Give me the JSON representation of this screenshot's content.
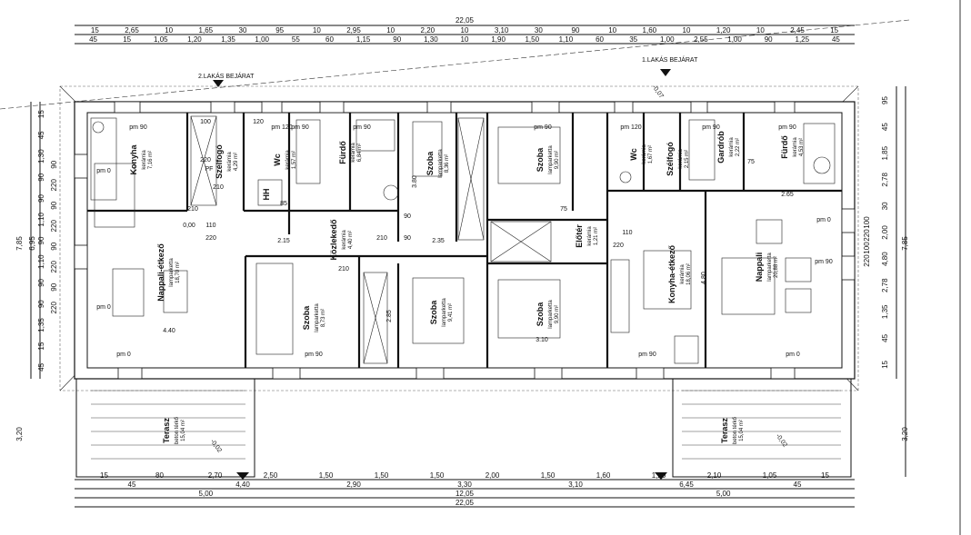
{
  "dimensions": {
    "top_total": "22,05",
    "bottom_total": "22,05",
    "left_total_a": "6,95",
    "left_total_b": "7,85",
    "right_total": "7,85",
    "right_total_b": "3,20",
    "left_bottom": "3,20",
    "top_row1": [
      "15",
      "2,65",
      "10",
      "1,65",
      "30",
      "95",
      "10",
      "2,95",
      "10",
      "2,20",
      "10",
      "3,10",
      "30",
      "90",
      "10",
      "1,60",
      "10",
      "1,20",
      "10",
      "2,45",
      "15"
    ],
    "top_row2": [
      "45",
      "15",
      "1,05",
      "1,20",
      "1,35",
      "1,00",
      "55",
      "60",
      "1,15",
      "90",
      "1,30",
      "10",
      "1,90",
      "1,50",
      "1,10",
      "60",
      "35",
      "1,00",
      "2,55",
      "1,00",
      "90",
      "1,25",
      "45"
    ],
    "bottom_row1": [
      "15",
      "80",
      "2,70",
      "2,50",
      "1,50",
      "1,50",
      "1,50",
      "2,00",
      "1,50",
      "1,60",
      "1,20",
      "2,10",
      "1,05",
      "15"
    ],
    "bottom_row2": [
      "45",
      "4,40",
      "2,90",
      "3,30",
      "3,10",
      "6,45",
      "45"
    ],
    "bottom_row3": [
      "5,00",
      "12,05",
      "5,00"
    ],
    "left_col": [
      "15",
      "45",
      "1,30",
      "90",
      "90",
      "1,10",
      "90",
      "1,10",
      "90",
      "90",
      "1,35",
      "15",
      "45"
    ],
    "left_outer": [
      "90",
      "220",
      "90",
      "220",
      "90",
      "220",
      "90",
      "220"
    ],
    "right_col": [
      "95",
      "45",
      "1,85",
      "2,78",
      "30",
      "2,00",
      "4,80",
      "2,78",
      "1,35",
      "45",
      "15"
    ],
    "right_outer": [
      "100",
      "220",
      "100",
      "220"
    ]
  },
  "entrances": {
    "left": "2.LAKÁS BEJÁRAT",
    "right": "1.LAKÁS BEJÁRAT"
  },
  "rooms": [
    {
      "name": "Konyha",
      "floor": "kerámia",
      "area": "7,16 m²"
    },
    {
      "name": "Szélfogó",
      "floor": "kerámia",
      "area": "4,29 m²"
    },
    {
      "name": "Wc",
      "floor": "kerámia",
      "area": "1,57 m²"
    },
    {
      "name": "HH",
      "floor": "",
      "area": ""
    },
    {
      "name": "Fürdő",
      "floor": "kerámia",
      "area": "6,84 m²"
    },
    {
      "name": "Szoba",
      "floor": "lamparketta",
      "area": "8,36 m²"
    },
    {
      "name": "Szoba",
      "floor": "lamparketta",
      "area": "9,90 m²"
    },
    {
      "name": "Wc",
      "floor": "kerámia",
      "area": "1,67 m²"
    },
    {
      "name": "Szélfogó",
      "floor": "kerámia",
      "area": "2,15 m²"
    },
    {
      "name": "Gardrób",
      "floor": "kerámia",
      "area": "2,22 m²"
    },
    {
      "name": "Fürdő",
      "floor": "kerámia",
      "area": "4,53 m²"
    },
    {
      "name": "Nappali-étkező",
      "floor": "lamparketta",
      "area": "18,70 m²"
    },
    {
      "name": "Közlekedő",
      "floor": "kerámia",
      "area": "4,40 m²"
    },
    {
      "name": "Szoba",
      "floor": "lamparketta",
      "area": "8,73 m²"
    },
    {
      "name": "Szoba",
      "floor": "lamparketta",
      "area": "9,41 m²"
    },
    {
      "name": "Szoba",
      "floor": "lamparketta",
      "area": "9,90 m²"
    },
    {
      "name": "Előtér",
      "floor": "kerámia",
      "area": "1,21 m²"
    },
    {
      "name": "Konyha-étkező",
      "floor": "kerámia",
      "area": "18,06 m²"
    },
    {
      "name": "Nappali",
      "floor": "lamparketta",
      "area": "20,88 m²"
    },
    {
      "name": "Terasz",
      "floor": "beton térkő",
      "area": "15,04 m²"
    },
    {
      "name": "Terasz",
      "floor": "beton térkő",
      "area": "15,04 m²"
    }
  ],
  "labels": {
    "pm": [
      "pm 90",
      "pm 90",
      "pm 90",
      "pm 120",
      "pm 90",
      "pm 0",
      "pm 0",
      "pm 0",
      "pm 90",
      "pm 90",
      "pm 0",
      "pm 0",
      "pm 90",
      "pm 120",
      "pm 90",
      "pm 90"
    ],
    "levels": [
      "-0,07",
      "-0,02",
      "-0,02",
      "0,00"
    ],
    "inner_dims": [
      "4.40",
      "3.80",
      "2.85",
      "3.10",
      "2.15",
      "2.35",
      "4.80",
      "2.65"
    ],
    "door_labels": [
      "100",
      "220",
      "110",
      "220",
      "110",
      "220",
      "210",
      "90",
      "210",
      "90",
      "75",
      "210",
      "85",
      "120",
      "210",
      "75"
    ],
    "pf": [
      "PF"
    ]
  }
}
